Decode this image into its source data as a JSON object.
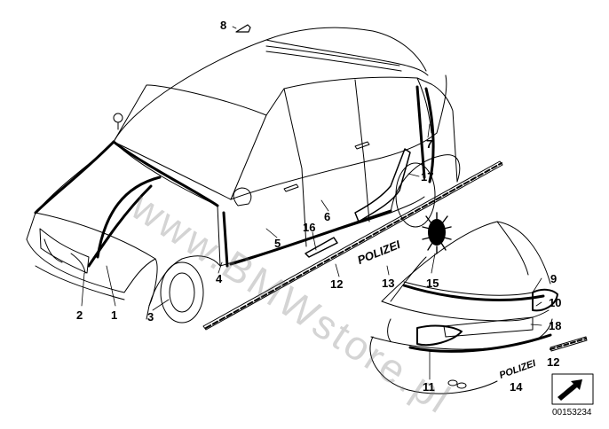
{
  "watermark": "www.BMWstore.pl",
  "callouts": {
    "c1": "1",
    "c2": "2",
    "c3": "3",
    "c4": "4",
    "c5": "5",
    "c6": "6",
    "c7": "7",
    "c8": "8",
    "c9": "9",
    "c10": "10",
    "c11": "11",
    "c12a": "12",
    "c12b": "12",
    "c13": "13",
    "c14": "14",
    "c15": "15",
    "c16": "16",
    "c17": "17",
    "c18": "18"
  },
  "decals": {
    "polizei_upper": "POLIZEI",
    "polizei_lower": "POLIZEI"
  },
  "diagram_id": "00153234",
  "colors": {
    "line": "#000000",
    "watermark": "#8a8a8a",
    "background": "#ffffff"
  },
  "icons": {
    "nav_arrow": "arrow-icon"
  }
}
